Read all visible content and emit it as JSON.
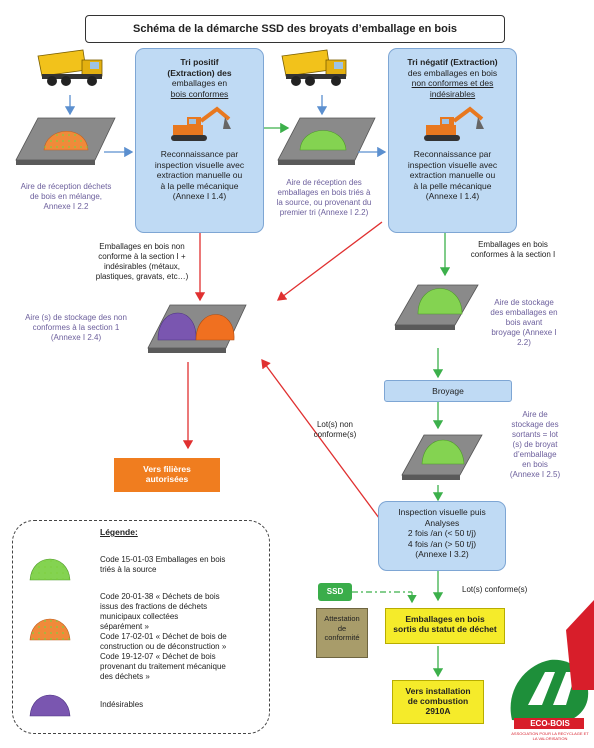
{
  "title": "Schéma de la démarche SSD des broyats d’emballage en bois",
  "box_tri_positif": {
    "head": [
      "Tri positif",
      "(Extraction) des",
      "emballages en",
      "bois conformes"
    ],
    "foot": [
      "Reconnaissance par",
      "inspection visuelle avec",
      "extraction manuelle ou",
      "à la pelle mécanique",
      "(Annexe I 1.4)"
    ]
  },
  "box_tri_negatif": {
    "head": [
      "Tri négatif (Extraction)",
      "des emballages en bois",
      "non conformes et des",
      "indésirables"
    ],
    "foot": [
      "Reconnaissance par",
      "inspection visuelle avec",
      "extraction manuelle ou",
      "à la pelle mécanique",
      "(Annexe I 1.4)"
    ]
  },
  "label_aire_reception_melange": [
    "Aire de réception déchets",
    "de bois en mélange,",
    "Annexe I 2.2"
  ],
  "label_aire_reception_tries": [
    "Aire de réception des",
    "emballages en bois triés à",
    "la source, ou provenant du",
    "premier tri (Annexe I 2.2)"
  ],
  "label_non_conformes_left": [
    "Emballages en bois non",
    "conforme à la section I +",
    "indésirables (métaux,",
    "plastiques, gravats, etc…)"
  ],
  "label_conformes_right": [
    "Emballages en bois",
    "conformes à la section I"
  ],
  "label_stockage_non_conformes": [
    "Aire (s) de stockage des non",
    "conformes à la section 1",
    "(Annexe I 2.4)"
  ],
  "label_stockage_avant_broyage": [
    "Aire de stockage",
    "des emballages en",
    "bois avant",
    "broyage (Annexe I",
    "2.2)"
  ],
  "broyage": "Broyage",
  "label_lot_non_conforme": [
    "Lot(s) non",
    "conforme(s)"
  ],
  "label_stockage_sortants": [
    "Aire de",
    "stockage des",
    "sortants = lot",
    "(s) de broyat",
    "d’emballage",
    "en bois",
    "(Annexe I 2.5)"
  ],
  "filieres": [
    "Vers filières",
    "autorisées"
  ],
  "inspection": [
    "Inspection visuelle puis",
    "Analyses",
    "2 fois /an (< 50 t/j)",
    "4 fois /an (> 50 t/j)",
    "(Annexe I 3.2)"
  ],
  "ssd": "SSD",
  "attestation": [
    "Attestation",
    "de",
    "conformité"
  ],
  "label_lot_conforme": "Lot(s) conforme(s)",
  "sortis": [
    "Emballages en bois",
    "sortis du statut de déchet"
  ],
  "combustion": [
    "Vers installation",
    "de combustion",
    "2910A"
  ],
  "legend": {
    "title": "Légende:",
    "item1": [
      "Code 15-01-03 Emballages en bois",
      "triés à la source"
    ],
    "item2": [
      "Code 20-01-38 « Déchets de bois",
      "issus des fractions de déchets",
      "municipaux collectées",
      "séparément »",
      "Code 17-02-01 « Déchet de bois de",
      "construction ou de déconstruction »",
      "Code 19-12-07 « Déchet de bois",
      "provenant du traitement mécanique",
      "des déchets »"
    ],
    "item3": [
      "Indésirables"
    ]
  },
  "logo": {
    "name": "ECO-BOIS",
    "tagline": "ASSOCIATION POUR LA RECYCLAGE ET LA VALORISATION"
  },
  "colors": {
    "blue_box": "#bfdaf4",
    "green_arrow": "#3cb04b",
    "red_arrow": "#e03030",
    "orange_box": "#f07d1f",
    "yellow_box": "#f5eb2a",
    "purple_text": "#6c5f9c"
  }
}
